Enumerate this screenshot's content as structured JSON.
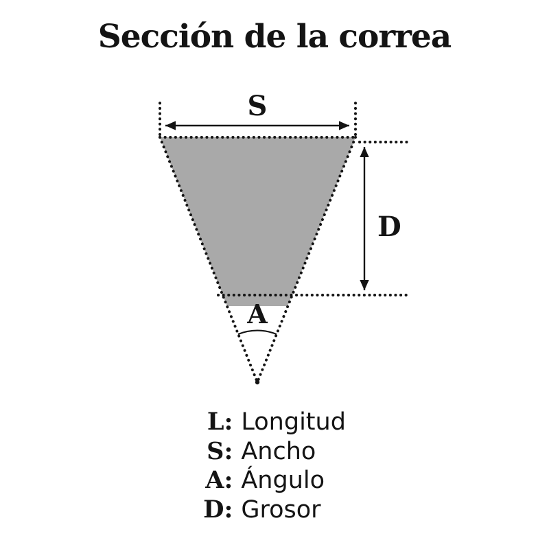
{
  "title": "Sección de la correa",
  "diagram": {
    "width_label": "S",
    "depth_label": "D",
    "angle_label": "A"
  },
  "legend": {
    "items": [
      {
        "key": "L:",
        "value": "Longitud"
      },
      {
        "key": "S:",
        "value": "Ancho"
      },
      {
        "key": "A:",
        "value": "Ángulo"
      },
      {
        "key": "D:",
        "value": "Grosor"
      }
    ]
  },
  "colors": {
    "belt_fill": "#a9a9a9",
    "line": "#141414",
    "background": "#ffffff"
  }
}
